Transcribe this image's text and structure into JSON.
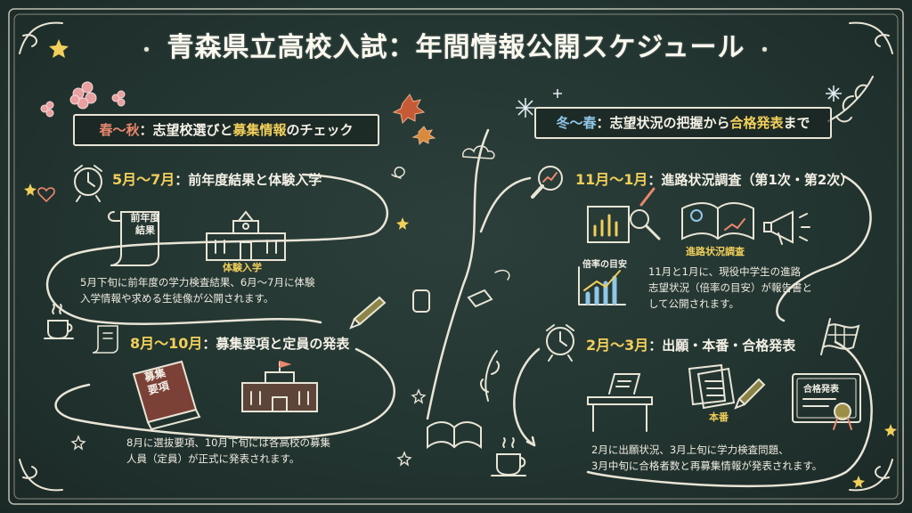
{
  "title": "青森県立高校入試：年間情報公開スケジュール",
  "title_dot": "・",
  "colors": {
    "board": "#233531",
    "chalk": "#f1efe6",
    "accent_red": "#e9876d",
    "accent_yellow": "#f1cf5a",
    "accent_blue": "#8fc7e8"
  },
  "left_section": {
    "season": "春～秋",
    "heading_prefix": "：志望校選びと",
    "heading_emph": "募集情報",
    "heading_suffix": "のチェック",
    "steps": [
      {
        "period": "5月～7月",
        "title": "：前年度結果と体験入学",
        "scroll_text_1": "前年度",
        "scroll_text_2": "結果",
        "image_label": "体験入学",
        "desc_1": "5月下旬に前年度の学力検査結果、6月～7月に体験",
        "desc_2": "入学情報や求める生徒像が公開されます。"
      },
      {
        "period": "8月～10月",
        "title": "：募集要項と定員の発表",
        "book_text_1": "募集",
        "book_text_2": "要項",
        "desc_1": "8月に選抜要項、10月下旬には各高校の募集",
        "desc_2": "人員（定員）が正式に発表されます。"
      }
    ]
  },
  "right_section": {
    "season": "冬～春",
    "heading_prefix": "：志望状況の把握から",
    "heading_emph": "合格発表",
    "heading_suffix": "まで",
    "steps": [
      {
        "period": "11月～1月",
        "title": "：進路状況調査（第1次・第2次）",
        "chart_label": "倍率の目安",
        "image_label": "進路状況調査",
        "desc_1": "11月と1月に、現役中学生の進路",
        "desc_2": "志望状況（倍率の目安）が報告書と",
        "desc_3": "して公開されます。"
      },
      {
        "period": "2月～3月",
        "title": "：出願・本番・合格発表",
        "image_label": "本番",
        "certificate_label": "合格発表",
        "desc_1": "2月に出願状況、3月上旬に学力検査問題、",
        "desc_2": "3月中旬に合格者数と再募集情報が発表されます。"
      }
    ]
  },
  "icons": [
    "alarm-clock-icon",
    "scroll-icon",
    "school-building-icon",
    "book-icon",
    "magnifier-icon",
    "bar-chart-icon",
    "report-book-icon",
    "megaphone-icon",
    "desk-icon",
    "test-papers-icon",
    "pencil-icon",
    "certificate-icon",
    "checkered-flag-icon",
    "coffee-cup-icon",
    "snowflake-icon",
    "cherry-blossom-icon",
    "maple-leaf-icon",
    "star-icon"
  ]
}
